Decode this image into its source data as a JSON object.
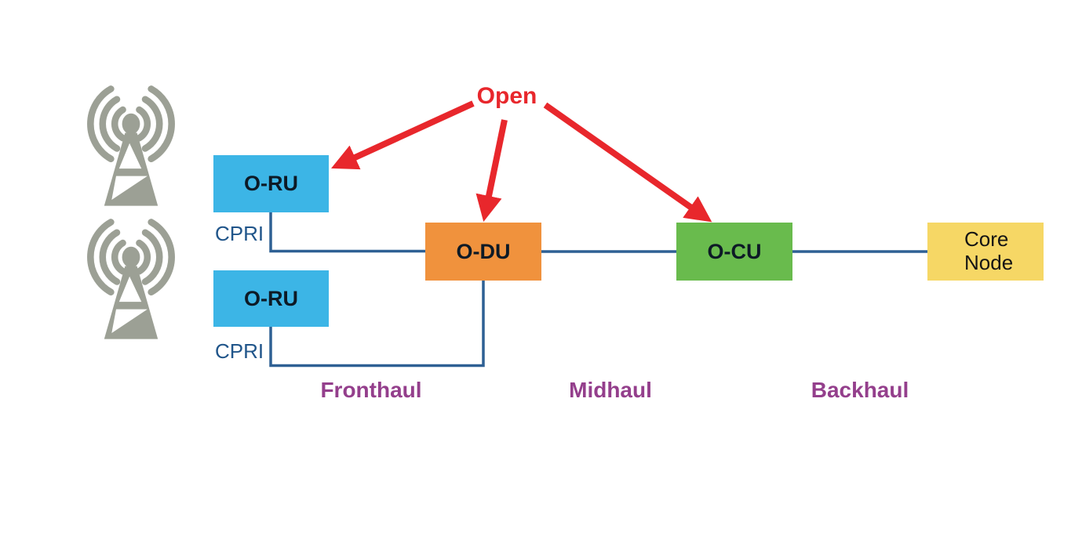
{
  "callout": {
    "label": "Open",
    "color": "#e8272c"
  },
  "nodes": {
    "oru1": {
      "label": "O-RU",
      "color": "#3cb5e6"
    },
    "oru2": {
      "label": "O-RU",
      "color": "#3cb5e6"
    },
    "odu": {
      "label": "O-DU",
      "color": "#f0923d"
    },
    "ocu": {
      "label": "O-CU",
      "color": "#69bb4d"
    },
    "core": {
      "label": "Core Node",
      "color": "#f6d765"
    }
  },
  "interfaces": {
    "cpri1": "CPRI",
    "cpri2": "CPRI"
  },
  "segments": {
    "fronthaul": "Fronthaul",
    "midhaul": "Midhaul",
    "backhaul": "Backhaul"
  },
  "icons": [
    {
      "name": "antenna-tower-icon"
    },
    {
      "name": "antenna-tower-icon"
    }
  ],
  "colors": {
    "connector": "#2e6094",
    "interface_text": "#20558a",
    "segment_text": "#943f8c",
    "antenna_gray": "#9ca095",
    "node_text": "#0d1a26",
    "arrow_red": "#e8272c"
  }
}
